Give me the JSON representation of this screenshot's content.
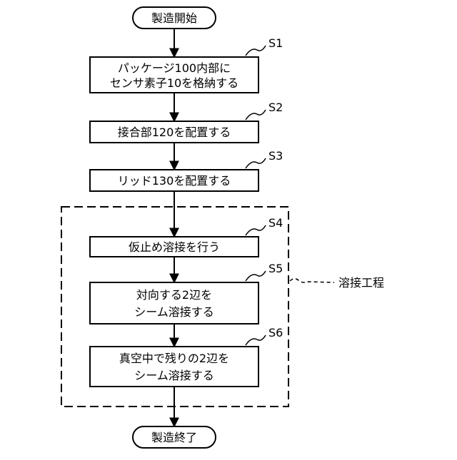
{
  "start": {
    "label": "製造開始"
  },
  "end": {
    "label": "製造終了"
  },
  "steps": [
    {
      "id": "S1",
      "lines": [
        "パッケージ100内部に",
        "センサ素子10を格納する"
      ]
    },
    {
      "id": "S2",
      "lines": [
        "接合部120を配置する"
      ]
    },
    {
      "id": "S3",
      "lines": [
        "リッド130を配置する"
      ]
    },
    {
      "id": "S4",
      "lines": [
        "仮止め溶接を行う"
      ]
    },
    {
      "id": "S5",
      "lines": [
        "対向する2辺を",
        "シーム溶接する"
      ]
    },
    {
      "id": "S6",
      "lines": [
        "真空中で残りの2辺を",
        "シーム溶接する"
      ]
    }
  ],
  "group": {
    "label": "溶接工程"
  }
}
